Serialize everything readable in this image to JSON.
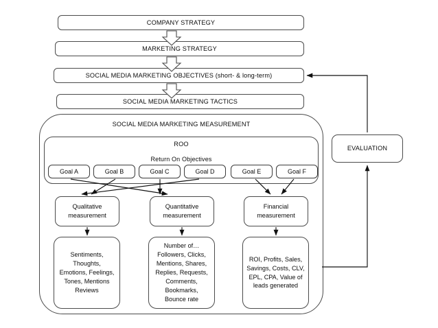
{
  "diagram": {
    "title_flow": [
      {
        "id": "company-strategy",
        "label": "COMPANY STRATEGY"
      },
      {
        "id": "marketing-strategy",
        "label": "MARKETING STRATEGY"
      },
      {
        "id": "smm-objectives",
        "label": "SOCIAL MEDIA MARKETING OBJECTIVES (short- & long-term)"
      },
      {
        "id": "smm-tactics",
        "label": "SOCIAL MEDIA MARKETING TACTICS"
      }
    ],
    "measurement_container_label": "SOCIAL MEDIA MARKETING MEASUREMENT",
    "roo": {
      "acronym": "ROO",
      "expansion": "Return On Objectives",
      "goals": [
        {
          "label": "Goal A"
        },
        {
          "label": "Goal B"
        },
        {
          "label": "Goal C"
        },
        {
          "label": "Goal D"
        },
        {
          "label": "Goal E"
        },
        {
          "label": "Goal F"
        }
      ]
    },
    "measurements": [
      {
        "id": "qualitative",
        "line1": "Qualitative",
        "line2": "measurement"
      },
      {
        "id": "quantitative",
        "line1": "Quantitative",
        "line2": "measurement"
      },
      {
        "id": "financial",
        "line1": "Financial",
        "line2": "measurement"
      }
    ],
    "details": [
      {
        "id": "qualitative-detail",
        "lines": [
          "Sentiments,",
          "Thoughts,",
          "Emotions, Feelings,",
          "Tones, Mentions",
          "Reviews"
        ]
      },
      {
        "id": "quantitative-detail",
        "lines": [
          "Number of…",
          "Followers, Clicks,",
          "Mentions, Shares,",
          "Replies, Requests,",
          "Comments,",
          "Bookmarks,",
          "Bounce rate"
        ]
      },
      {
        "id": "financial-detail",
        "lines": [
          "ROI, Profits, Sales,",
          "Savings, Costs, CLV,",
          "EPL, CPA, Value of",
          "leads generated"
        ]
      }
    ],
    "evaluation": {
      "label": "EVALUATION"
    },
    "colors": {
      "stroke": "#4a4a4a",
      "arrow": "#111111",
      "background": "#ffffff",
      "text": "#0d0d0d"
    }
  }
}
